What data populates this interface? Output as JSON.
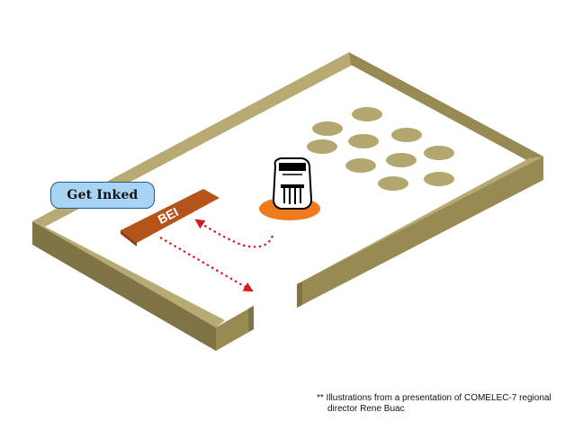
{
  "labels": {
    "get_inked": "Get Inked",
    "bei": "BEI"
  },
  "footnote": {
    "line1": "** Illustrations from a presentation of COMELEC-7 regional",
    "line2": "director Rene Buac"
  },
  "colors": {
    "wall_top": "#b7aa72",
    "wall_side": "#978a52",
    "wall_front": "#7f7446",
    "floor": "#ffffff",
    "table": "#b4541a",
    "chair_seat": "#b3a66e",
    "ballot_box_pad": "#f07a1e",
    "path_arrow": "#d71920",
    "label_fill": "#a9d3f2",
    "label_border": "#1e5a8c"
  },
  "icons": {
    "ballot_box": "ballot-box-icon"
  }
}
